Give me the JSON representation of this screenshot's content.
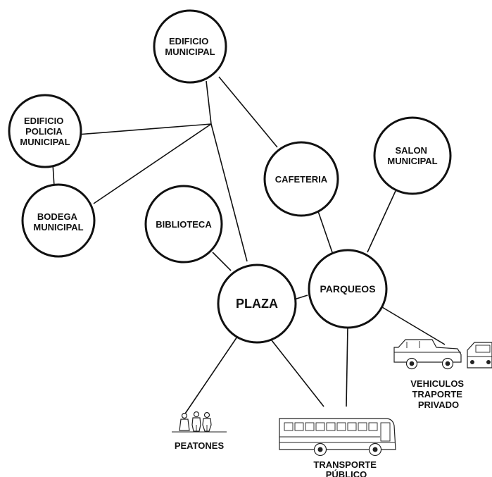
{
  "nodes": {
    "edificio_municipal": {
      "lines": [
        "EDIFICIO",
        "MUNICIPAL"
      ]
    },
    "edificio_policia": {
      "lines": [
        "EDIFICIO",
        "POLICIA",
        "MUNICIPAL"
      ]
    },
    "bodega": {
      "lines": [
        "BODEGA",
        "MUNICIPAL"
      ]
    },
    "biblioteca": {
      "lines": [
        "BIBLIOTECA"
      ]
    },
    "cafeteria": {
      "lines": [
        "CAFETERIA"
      ]
    },
    "salon": {
      "lines": [
        "SALON",
        "MUNICIPAL"
      ]
    },
    "parqueos": {
      "lines": [
        "PARQUEOS"
      ]
    },
    "plaza": {
      "lines": [
        "PLAZA"
      ]
    }
  },
  "captions": {
    "peatones": [
      "PEATONES"
    ],
    "transporte": [
      "TRANSPORTE",
      "PÚBLICO"
    ],
    "vehiculos": [
      "VEHICULOS",
      "TRAPORTE",
      "PRIVADO"
    ]
  },
  "icons": {
    "peatones": "pedestrians-icon",
    "transporte": "bus-icon",
    "vehiculos": "cars-icon"
  },
  "colors": {
    "stroke": "#111111",
    "fill": "#ffffff"
  }
}
